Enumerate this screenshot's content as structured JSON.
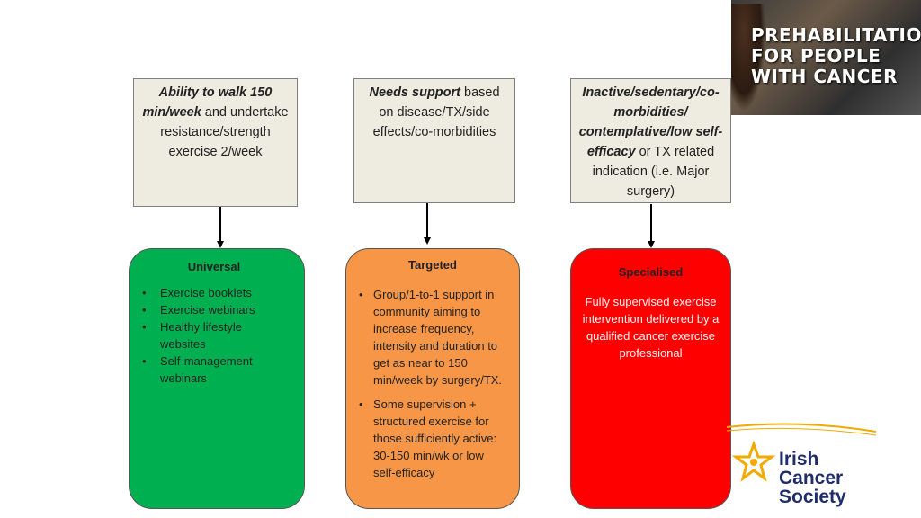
{
  "boxes": {
    "left": {
      "bold": "Ability to walk 150 min/week",
      "rest": " and undertake resistance/strength exercise 2/week"
    },
    "middle": {
      "bold": "Needs support",
      "rest": " based on disease/TX/side effects/co-morbidities"
    },
    "right": {
      "bold": "Inactive/sedentary/co-morbidities/ contemplative/low self-efficacy",
      "rest": " or TX related indication (i.e. Major surgery)"
    }
  },
  "universal": {
    "title": "Universal",
    "items": [
      "Exercise booklets",
      "Exercise webinars",
      "Healthy lifestyle websites",
      "Self-management webinars"
    ],
    "color": "#00b050"
  },
  "targeted": {
    "title": "Targeted",
    "items": [
      "Group/1-to-1 support in community aiming to increase frequency, intensity and duration to get as near to 150 min/week by surgery/TX.",
      "Some supervision + structured exercise for those sufficiently active: 30-150 min/wk or low self-efficacy"
    ],
    "color": "#f79646"
  },
  "specialised": {
    "title": "Specialised",
    "text": "Fully supervised exercise intervention delivered by a qualified cancer exercise professional",
    "color": "#ff0000"
  },
  "banner": {
    "text": "PREHABILITATION\nFOR PEOPLE\nWITH CANCER"
  },
  "logo": {
    "text": "Irish\nCancer\nSociety",
    "color": "#1f2d6b",
    "star_color": "#f2a900"
  }
}
